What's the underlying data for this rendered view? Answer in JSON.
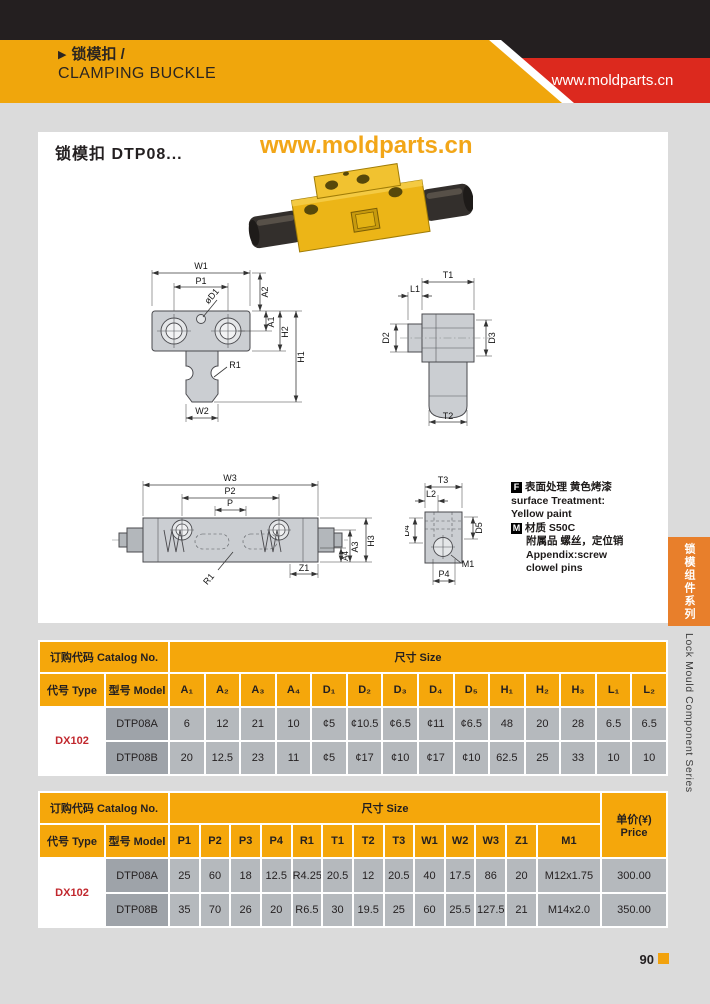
{
  "header": {
    "arrow": "▶",
    "title_zh": "锁模扣 /",
    "title_en": "CLAMPING BUCKLE",
    "website": "www.moldparts.cn"
  },
  "content": {
    "product_title": "锁模扣  DTP08...",
    "watermark": "www.moldparts.cn"
  },
  "notes": {
    "f_badge": "F",
    "f_zh": "表面处理  黄色烤漆",
    "f_en1": "surface Treatment:",
    "f_en2": "Yellow paint",
    "m_badge": "M",
    "m_zh": "材质 S50C",
    "m_zh2": "附属品 螺丝，定位销",
    "m_en1": "Appendix:screw",
    "m_en2": "clowel pins"
  },
  "drawings": {
    "front_a": {
      "w1": "W1",
      "p1": "P1",
      "d1": "øD1",
      "a2": "A2",
      "a1": "A1",
      "h2": "H2",
      "h1": "H1",
      "r1": "R1",
      "w2": "W2"
    },
    "side_a": {
      "t1": "T1",
      "l1": "L1",
      "d2": "D2",
      "d3": "D3",
      "t2": "T2"
    },
    "front_b": {
      "w3": "W3",
      "p2": "P2",
      "p": "P",
      "r1": "R1",
      "z1": "Z1",
      "a4": "A4",
      "a3": "A3",
      "h3": "H3"
    },
    "side_b": {
      "t3": "T3",
      "l2": "L2",
      "d4": "D4",
      "d5": "D5",
      "m1": "M1",
      "p4": "P4"
    }
  },
  "sidebar": {
    "tab_zh": "锁模组件系列",
    "series_en": "Lock Mould  Component Series"
  },
  "table1": {
    "catalog_header": "订购代码 Catalog No.",
    "size_header": "尺寸 Size",
    "type_header": "代号 Type",
    "model_header": "型号 Model",
    "cols": [
      "A₁",
      "A₂",
      "A₃",
      "A₄",
      "D₁",
      "D₂",
      "D₃",
      "D₄",
      "D₅",
      "H₁",
      "H₂",
      "H₃",
      "L₁",
      "L₂"
    ],
    "type_value": "DX102",
    "rows": [
      {
        "model": "DTP08A",
        "values": [
          "6",
          "12",
          "21",
          "10",
          "¢5",
          "¢10.5",
          "¢6.5",
          "¢11",
          "¢6.5",
          "48",
          "20",
          "28",
          "6.5",
          "6.5"
        ]
      },
      {
        "model": "DTP08B",
        "values": [
          "20",
          "12.5",
          "23",
          "11",
          "¢5",
          "¢17",
          "¢10",
          "¢17",
          "¢10",
          "62.5",
          "25",
          "33",
          "10",
          "10"
        ]
      }
    ]
  },
  "table2": {
    "catalog_header": "订购代码 Catalog No.",
    "size_header": "尺寸 Size",
    "price_header_zh": "单价(¥)",
    "price_header_en": "Price",
    "type_header": "代号 Type",
    "model_header": "型号 Model",
    "cols": [
      "P1",
      "P2",
      "P3",
      "P4",
      "R1",
      "T1",
      "T2",
      "T3",
      "W1",
      "W2",
      "W3",
      "Z1",
      "M1"
    ],
    "type_value": "DX102",
    "rows": [
      {
        "model": "DTP08A",
        "values": [
          "25",
          "60",
          "18",
          "12.5",
          "R4.25",
          "20.5",
          "12",
          "20.5",
          "40",
          "17.5",
          "86",
          "20",
          "M12x1.75"
        ],
        "price": "300.00"
      },
      {
        "model": "DTP08B",
        "values": [
          "35",
          "70",
          "26",
          "20",
          "R6.5",
          "30",
          "19.5",
          "25",
          "60",
          "25.5",
          "127.5",
          "21",
          "M14x2.0"
        ],
        "price": "350.00"
      }
    ]
  },
  "page": {
    "number": "90"
  }
}
